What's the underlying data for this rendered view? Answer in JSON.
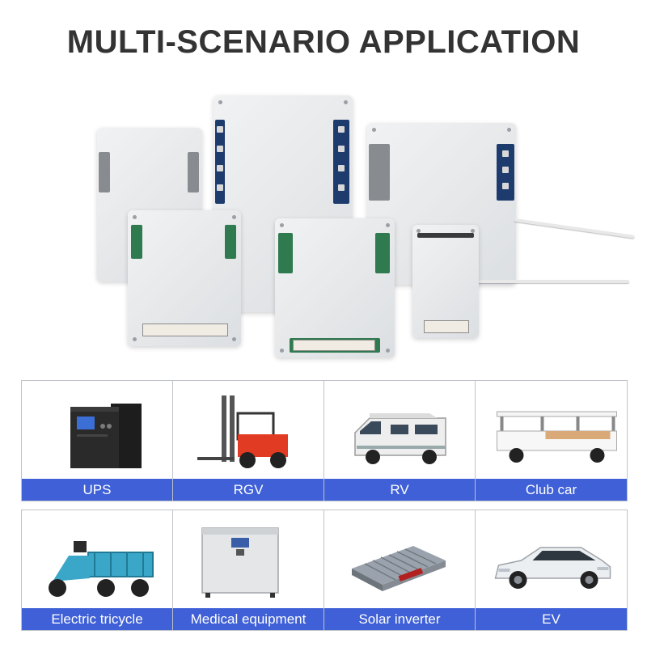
{
  "title": "MULTI-SCENARIO APPLICATION",
  "applications": [
    {
      "label": "UPS",
      "icon": "ups-icon"
    },
    {
      "label": "RGV",
      "icon": "forklift-icon"
    },
    {
      "label": "RV",
      "icon": "rv-icon"
    },
    {
      "label": "Club car",
      "icon": "club-car-icon"
    },
    {
      "label": "Electric tricycle",
      "icon": "electric-tricycle-icon"
    },
    {
      "label": "Medical equipment",
      "icon": "medical-equipment-icon"
    },
    {
      "label": "Solar inverter",
      "icon": "solar-inverter-icon"
    },
    {
      "label": "EV",
      "icon": "ev-car-icon"
    }
  ],
  "colors": {
    "label_bar": "#3f60d6",
    "title": "#333333"
  }
}
